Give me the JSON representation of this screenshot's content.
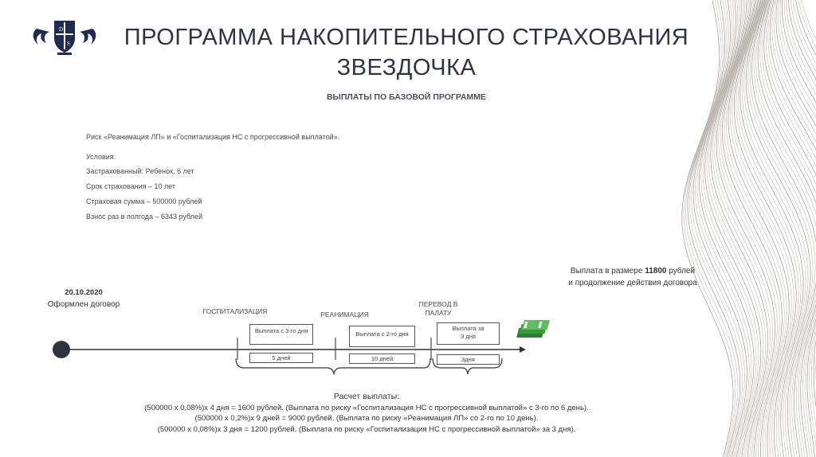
{
  "header": {
    "title_line1": "ПРОГРАММА НАКОПИТЕЛЬНОГО СТРАХОВАНИЯ",
    "title_line2": "ЗВЕЗДОЧКА",
    "subtitle": "ВЫПЛАТЫ ПО БАЗОВОЙ ПРОГРАММЕ"
  },
  "conditions": {
    "risk": "Риск «Реанимация ЛП» и «Госпитализация НС с прогрессивной выплатой».",
    "heading": "Условия:",
    "insured": "Застрахованный: Ребенок, 6 лет",
    "term": "Срок страхования – 10 лет",
    "sum": "Страховая сумма – 500000 рублей",
    "payment": "Взнос раз в полгода – 6343 рублей"
  },
  "timeline": {
    "start_date": "20.10.2020",
    "start_label": "Оформлен договор",
    "stage1_label": "ГОСПИТАЛИЗАЦИЯ",
    "stage2_label": "РЕАНИМАЦИЯ",
    "stage3_label_line1": "ПЕРЕВОД В",
    "stage3_label_line2": "ПАЛАТУ",
    "box1_top": "Выплата с 3-го дня",
    "box2_top": "Выплата с 2-го дня",
    "box3_top_line1": "Выплата за",
    "box3_top_line2": "3 дня",
    "box1_bottom": "5 дней",
    "box2_bottom": "10 дней",
    "box3_bottom": "3дня"
  },
  "result": {
    "line1_prefix": "Выплата в размере",
    "amount": "11800",
    "line1_suffix": "рублей",
    "line2": "и продолжение действия договора"
  },
  "calculation": {
    "heading": "Расчет выплаты:",
    "line1": "(500000 х 0,08%)х 4 дня = 1600 рублей. (Выплата по риску «Госпитализация НС с прогрессивной выплатой» с 3-го по 6 день).",
    "line2": "(500000 х  0,2%)х 9 дней = 9000 рублей. (Выплата по риску «Реанимация ЛП»  со 2-го по 10 день).",
    "line3": "(500000 х 0,08%)х 3 дня = 1200 рублей. (Выплата по риску «Госпитализация НС с прогрессивной выплатой» за 3 дня)."
  },
  "colors": {
    "title": "#2f3442",
    "logo": "#1f2c4f",
    "money": "#3a9a3a",
    "dot": "#2d3340"
  },
  "icons": [
    "logo-crest-icon",
    "money-stack-icon",
    "decorative-waves"
  ]
}
